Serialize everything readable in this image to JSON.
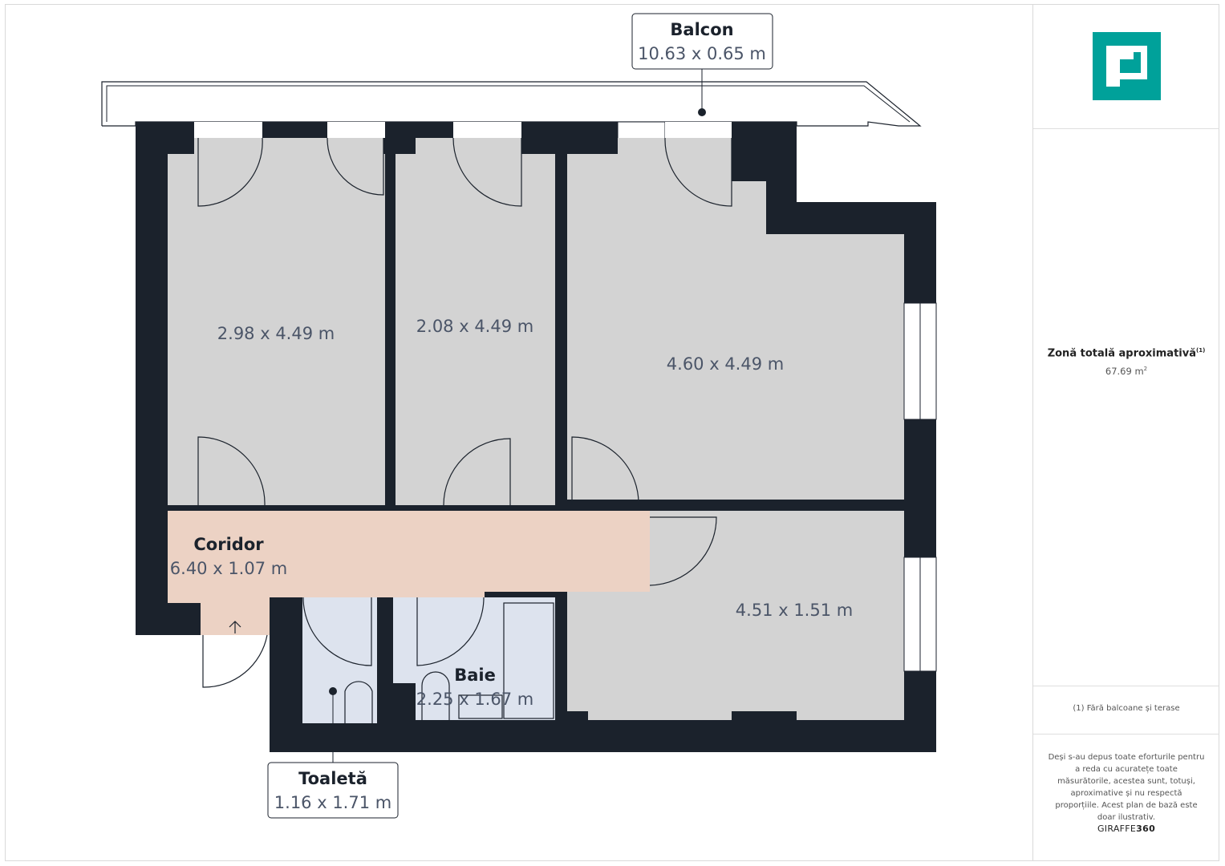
{
  "colors": {
    "wall": "#1b222c",
    "room": "#d3d3d3",
    "corridor": "#ecd2c4",
    "bathroom": "#dde3ee",
    "brand": "#00a19a"
  },
  "rooms": {
    "room1": {
      "dims": "2.98 x 4.49 m"
    },
    "room2": {
      "dims": "2.08 x 4.49 m"
    },
    "room3": {
      "dims": "4.60 x 4.49 m"
    },
    "room4": {
      "dims": "4.51 x 1.51 m"
    },
    "corridor": {
      "name": "Coridor",
      "dims": "6.40 x 1.07 m"
    },
    "bath": {
      "name": "Baie",
      "dims": "2.25 x 1.67 m"
    },
    "toilet": {
      "name": "Toaletă",
      "dims": "1.16 x 1.71 m"
    },
    "balcony": {
      "name": "Balcon",
      "dims": "10.63 x 0.65 m"
    }
  },
  "panel": {
    "logo": "giraffe360-logo-icon",
    "total_title": "Zonă totală aproximativă",
    "total_note_mark": "(1)",
    "total_value": "67.69 m",
    "total_unit_sup": "2",
    "footnote": "(1) Fără balcoane și terase",
    "disclaimer": "Deși s-au depus toate eforturile pentru a reda cu acuratețe toate măsurătorile, acestea sunt, totuși, aproximative și nu respectă proporțiile. Acest plan de bază este doar ilustrativ.",
    "brand_a": "GIRAFFE",
    "brand_b": "360"
  }
}
